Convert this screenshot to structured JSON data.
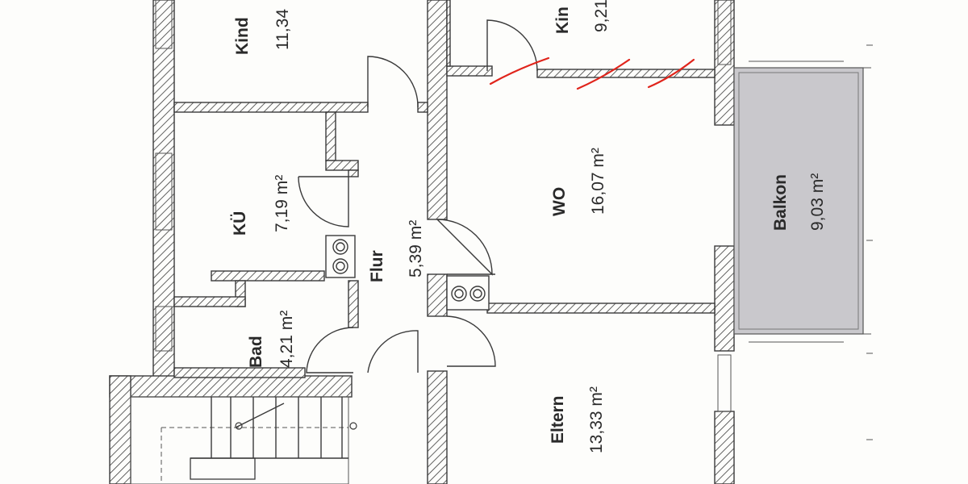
{
  "rooms": [
    {
      "id": "kind1",
      "name": "Kind",
      "area": "11,34"
    },
    {
      "id": "kind2",
      "name": "Kin",
      "area": "9,21"
    },
    {
      "id": "kueche",
      "name": "KÜ",
      "area": "7,19 m²"
    },
    {
      "id": "flur",
      "name": "Flur",
      "area": "5,39 m²"
    },
    {
      "id": "wohnen",
      "name": "WO",
      "area": "16,07 m²"
    },
    {
      "id": "balkon",
      "name": "Balkon",
      "area": "9,03 m²"
    },
    {
      "id": "bad",
      "name": "Bad",
      "area": "4,21 m²"
    },
    {
      "id": "eltern",
      "name": "Eltern",
      "area": "13,33 m²"
    }
  ],
  "stair_note": "",
  "colors": {
    "wall_hatch": "#3a3a3a",
    "balcony_fill": "#c9c8cc",
    "red_mark": "#e0241b"
  }
}
